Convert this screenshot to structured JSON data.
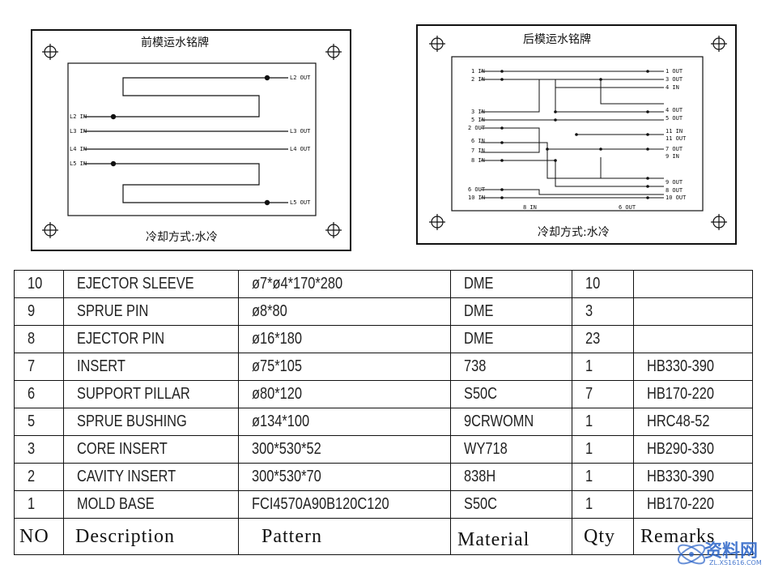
{
  "front_plate": {
    "title": "前模运水铭牌",
    "footer": "冷却方式:水冷",
    "labels": {
      "l2_in": "L2 IN",
      "l2_out": "L2 OUT",
      "l3_in": "L3 IN",
      "l3_out": "L3 OUT",
      "l4_in": "L4 IN",
      "l4_out": "L4 OUT",
      "l5_in": "L5 IN",
      "l5_out": "L5 OUT"
    }
  },
  "rear_plate": {
    "title": "后模运水铭牌",
    "footer": "冷却方式:水冷",
    "left_labels": [
      "1 IN",
      "2 IN",
      "3 IN",
      "5 IN",
      "2 OUT",
      "6 IN",
      "7 IN",
      "8 IN",
      "6 OUT",
      "10 IN"
    ],
    "right_labels": [
      "1 OUT",
      "3 OUT",
      "4 IN",
      "4 OUT",
      "5 OUT",
      "11 IN",
      "11 OUT",
      "7 OUT",
      "9 IN",
      "9 OUT",
      "8 OUT",
      "10 OUT"
    ],
    "bottom_labels": [
      "8 IN",
      "6 OUT"
    ]
  },
  "table": {
    "header": [
      "NO",
      "Description",
      "Pattern",
      "Material",
      "Qty",
      "Remarks"
    ],
    "rows": [
      [
        "10",
        "EJECTOR SLEEVE",
        "ø7*ø4*170*280",
        "DME",
        "10",
        ""
      ],
      [
        "9",
        "SPRUE PIN",
        "ø8*80",
        "DME",
        "3",
        ""
      ],
      [
        "8",
        "EJECTOR PIN",
        "ø16*180",
        "DME",
        "23",
        ""
      ],
      [
        "7",
        "INSERT",
        "ø75*105",
        "738",
        "1",
        "HB330-390"
      ],
      [
        "6",
        "SUPPORT PILLAR",
        "ø80*120",
        "S50C",
        "7",
        "HB170-220"
      ],
      [
        "5",
        "SPRUE BUSHING",
        "ø134*100",
        "9CRWOMN",
        "1",
        "HRC48-52"
      ],
      [
        "3",
        "CORE INSERT",
        "300*530*52",
        "WY718",
        "1",
        "HB290-330"
      ],
      [
        "2",
        "CAVITY INSERT",
        "300*530*70",
        "838H",
        "1",
        "HB330-390"
      ],
      [
        "1",
        "MOLD BASE",
        "FCI4570A90B120C120",
        "S50C",
        "1",
        "HB170-220"
      ]
    ]
  },
  "watermark": {
    "text": "资料网",
    "sub": "ZL.XS1616.COM",
    "color": "#2a63c7"
  }
}
